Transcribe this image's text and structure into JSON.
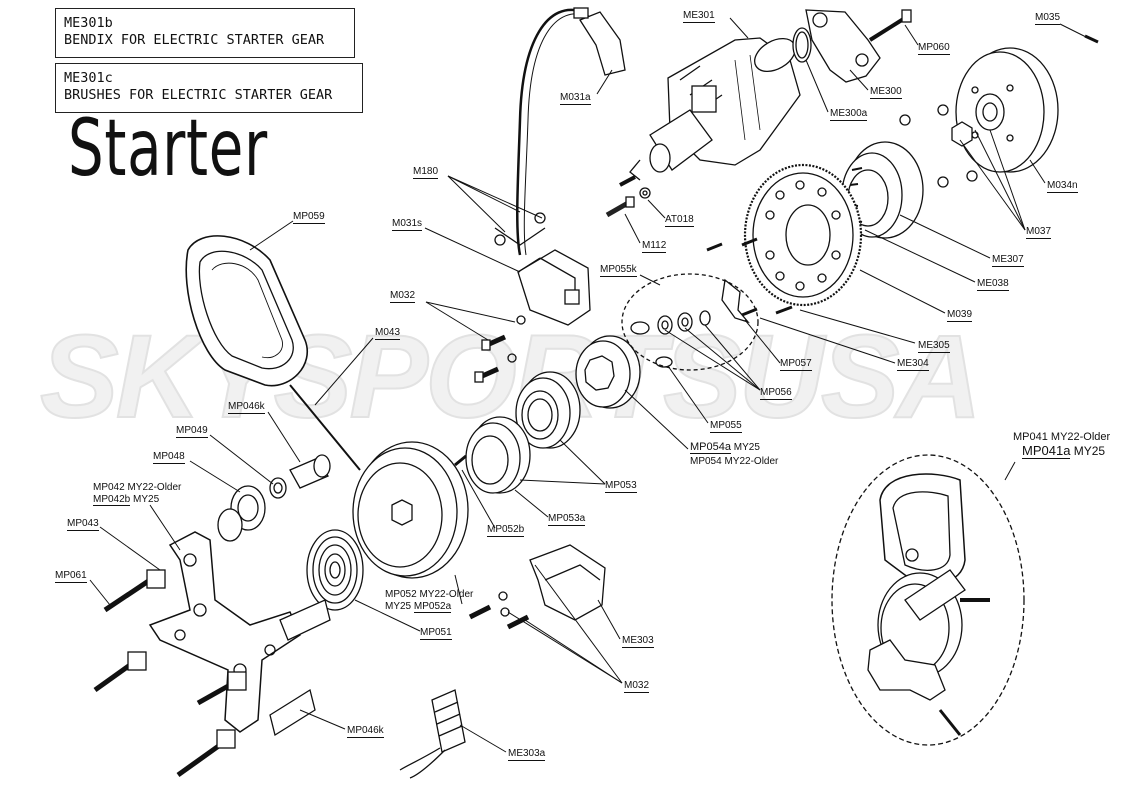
{
  "boxes": {
    "me301b": {
      "code": "ME301b",
      "desc": "BENDIX FOR ELECTRIC STARTER GEAR"
    },
    "me301c": {
      "code": "ME301c",
      "desc": "BRUSHES FOR ELECTRIC STARTER GEAR"
    }
  },
  "title": "Starter",
  "watermark": "SKYSPORTSUSA",
  "labels": {
    "ME301": "ME301",
    "M035": "M035",
    "MP060": "MP060",
    "ME300": "ME300",
    "ME300a": "ME300a",
    "M031a": "M031a",
    "M034n": "M034n",
    "M180": "M180",
    "AT018": "AT018",
    "M112": "M112",
    "M037": "M037",
    "ME307": "ME307",
    "M031s": "M031s",
    "MP059": "MP059",
    "MP055k": "MP055k",
    "ME038": "ME038",
    "M039": "M039",
    "M032_top": "M032",
    "ME305": "ME305",
    "M043": "M043",
    "MP057": "MP057",
    "ME304": "ME304",
    "MP056": "MP056",
    "MP046k_top": "MP046k",
    "MP055": "MP055",
    "MP049": "MP049",
    "MP054a": "MP054a",
    "MP054a_suffix": " MY25",
    "MP054": "MP054 MY22-Older",
    "MP048": "MP048",
    "MP053": "MP053",
    "MP042": "MP042 MY22-Older",
    "MP042b": "MP042b",
    "MP042b_suffix": " MY25",
    "MP053a": "MP053a",
    "MP043": "MP043",
    "MP052b": "MP052b",
    "MP052_line1": "MP052 MY22-Older",
    "MP052_line2": "MY25 ",
    "MP052a": "MP052a",
    "MP061": "MP061",
    "MP051": "MP051",
    "ME303": "ME303",
    "M032_bottom": "M032",
    "MP046k_bottom": "MP046k",
    "ME303a": "ME303a",
    "MP041_line1": "MP041 MY22-Older",
    "MP041a": "MP041a",
    "MP041a_suffix": " MY25"
  }
}
